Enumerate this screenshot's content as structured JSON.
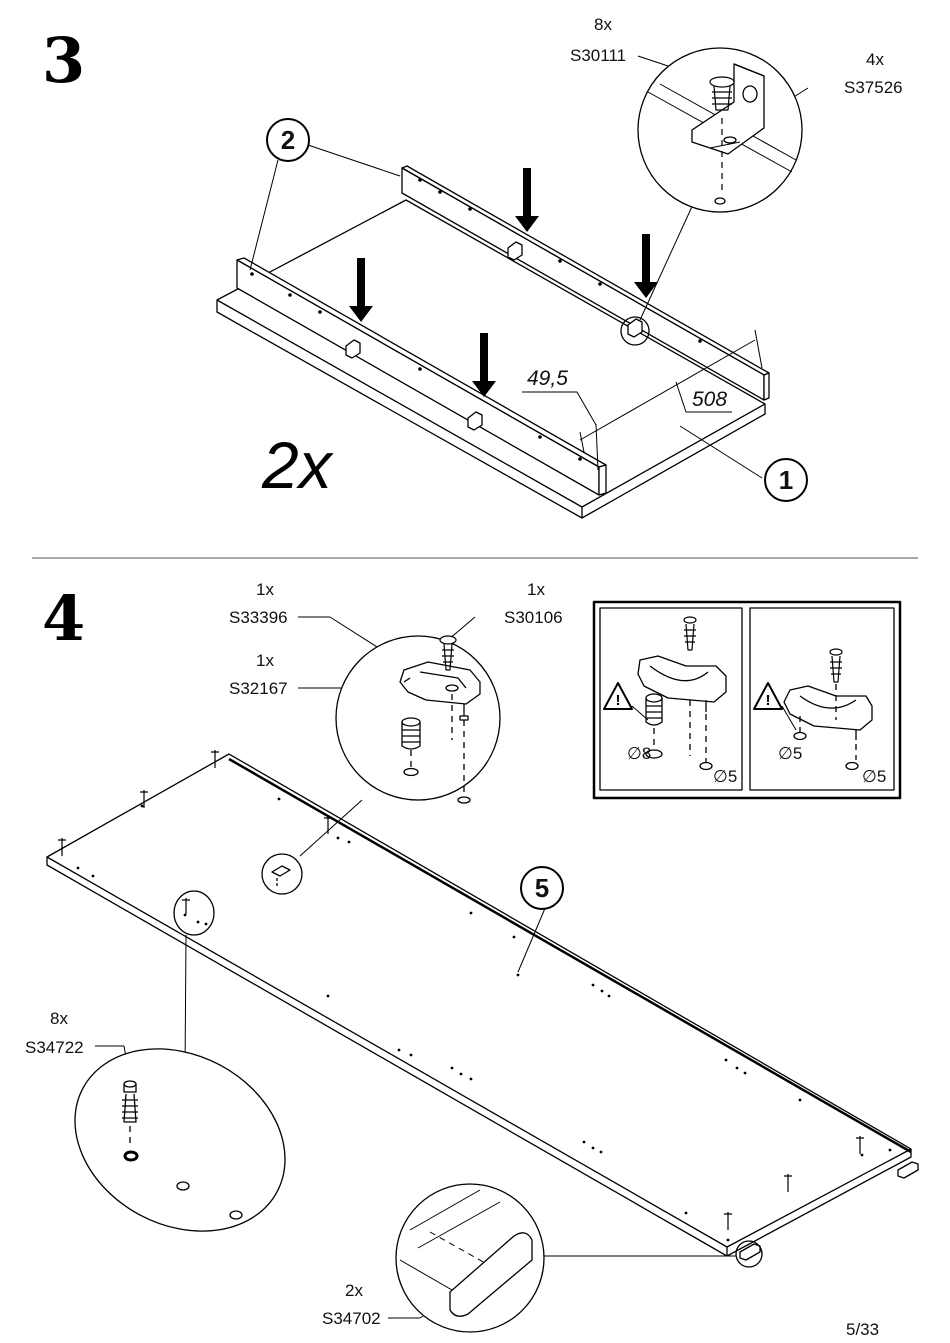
{
  "steps": {
    "three": {
      "number": "3",
      "multiplier": "2x",
      "parts": {
        "panel_1": "1",
        "panel_2": "2"
      },
      "dimensions": {
        "d1": "49,5",
        "d2": "508"
      },
      "callouts": {
        "screw": {
          "qty": "8x",
          "code": "S30111"
        },
        "bracket": {
          "qty": "4x",
          "code": "S37526"
        }
      }
    },
    "four": {
      "number": "4",
      "parts": {
        "panel_5": "5"
      },
      "callouts": {
        "holder": {
          "qty": "1x",
          "code": "S33396"
        },
        "screw": {
          "qty": "1x",
          "code": "S30106"
        },
        "dowel": {
          "qty": "1x",
          "code": "S32167"
        },
        "cam": {
          "qty": "8x",
          "code": "S34722"
        },
        "pad": {
          "qty": "2x",
          "code": "S34702"
        }
      },
      "inset": {
        "left": {
          "hole_a": "8",
          "hole_b": "5"
        },
        "right": {
          "hole_a": "5",
          "hole_b": "5"
        },
        "diameter_symbol": "∅"
      }
    }
  },
  "footer": {
    "page": "5/33"
  }
}
